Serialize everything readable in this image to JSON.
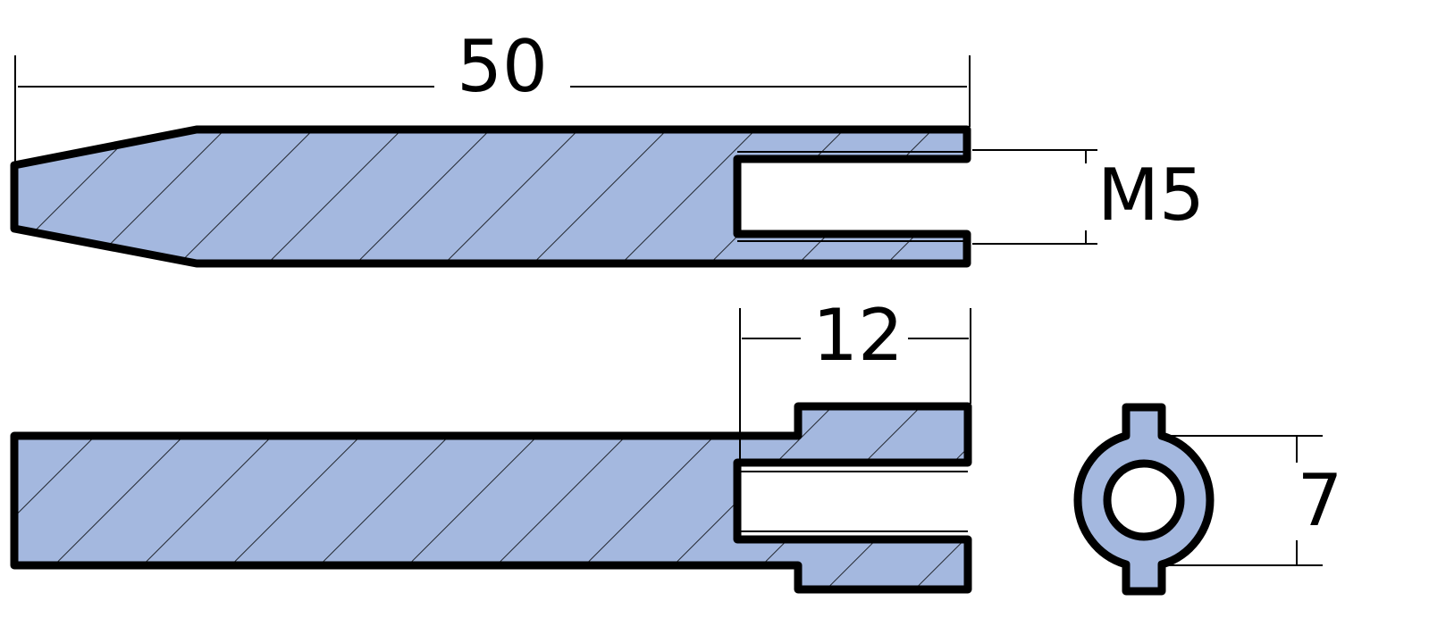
{
  "colors": {
    "fill": "#a4b8df",
    "outline": "#000000",
    "background": "#ffffff"
  },
  "dimensions": {
    "overall_length": "50",
    "thread": "M5",
    "slot_depth": "12",
    "width": "7"
  }
}
